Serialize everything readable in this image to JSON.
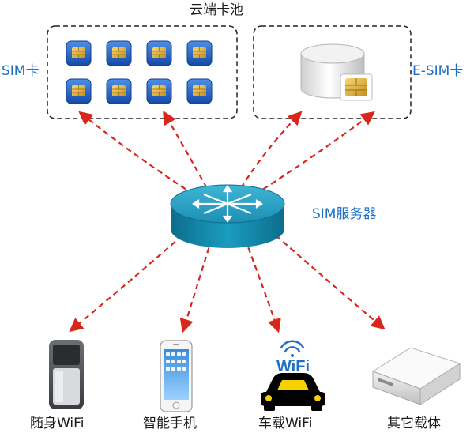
{
  "title": "云端卡池",
  "pool_left_label": "SIM卡",
  "pool_right_label": "E-SIM卡",
  "server_label": "SIM服务器",
  "devices": [
    {
      "label": "随身WiFi",
      "icon": "pocket-wifi-icon"
    },
    {
      "label": "智能手机",
      "icon": "smartphone-icon"
    },
    {
      "label": "车载WiFi",
      "icon": "car-wifi-icon"
    },
    {
      "label": "其它载体",
      "icon": "server-box-icon"
    }
  ],
  "car_wifi_badge": "WiFi",
  "sim_chip_count": 8,
  "colors": {
    "label_blue": "#1f6fc5",
    "arrow_red": "#d9261c",
    "server_teal": "#1a8fb0",
    "sim_blue": "#1e63c8",
    "chip_gold": "#e2b33a"
  }
}
